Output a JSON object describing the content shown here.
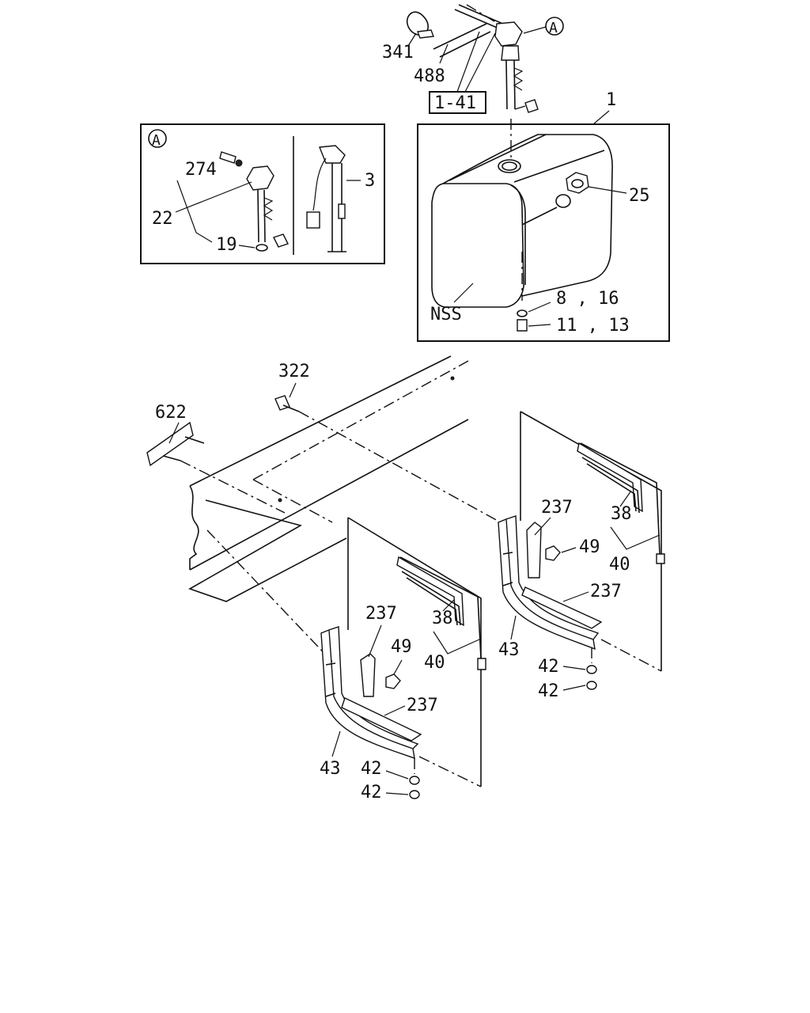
{
  "labels": {
    "p341": "341",
    "p488": "488",
    "ref": "1-41",
    "circleA": "A",
    "p1": "1",
    "boxA": "A",
    "p274": "274",
    "p22": "22",
    "p19": "19",
    "p3": "3",
    "p25": "25",
    "nss": "NSS",
    "p8_16": "8 , 16",
    "p11_13": "11 , 13",
    "p322": "322",
    "p622": "622",
    "r237a": "237",
    "r38": "38",
    "r49": "49",
    "r40": "40",
    "r237b": "237",
    "r43": "43",
    "r42a": "42",
    "r42b": "42",
    "l237a": "237",
    "l38": "38",
    "l49": "49",
    "l40": "40",
    "l237b": "237",
    "l43": "43",
    "l42a": "42",
    "l42b": "42"
  }
}
